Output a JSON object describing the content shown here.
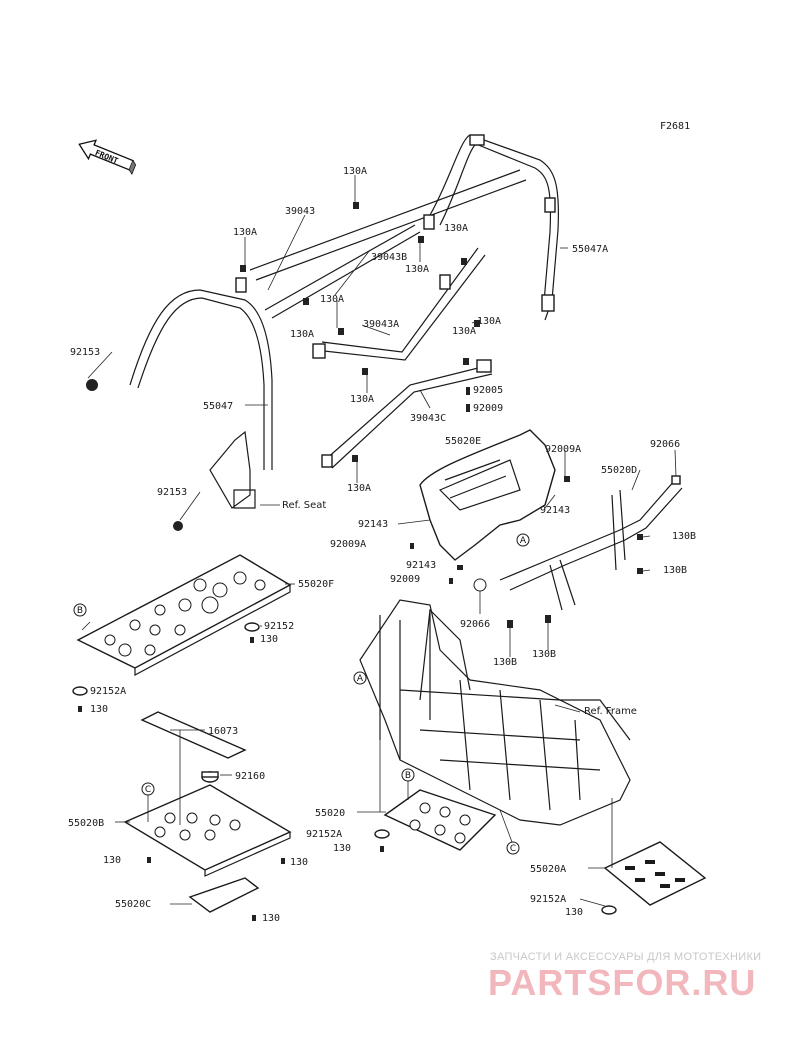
{
  "figure_id": "F2681",
  "front_label": "FRONT",
  "refs": {
    "seat": "Ref. Seat",
    "frame": "Ref. Frame"
  },
  "callouts": {
    "a1": "A",
    "a2": "A",
    "b1": "B",
    "b2": "B",
    "c1": "C",
    "c2": "C"
  },
  "labels": {
    "l_130A_top": "130A",
    "l_39043": "39043",
    "l_130A_left": "130A",
    "l_39043B": "39043B",
    "l_130A_mid": "130A",
    "l_130A_mid2": "130A",
    "l_55047A": "55047A",
    "l_130A_c1": "130A",
    "l_39043A": "39043A",
    "l_130A_r1": "130A",
    "l_130A_c2": "130A",
    "l_130A_r2": "130A",
    "l_92153_a": "92153",
    "l_130A_b": "130A",
    "l_92005": "92005",
    "l_55047": "55047",
    "l_92009": "92009",
    "l_39043C": "39043C",
    "l_55020E": "55020E",
    "l_92009A_a": "92009A",
    "l_92066_a": "92066",
    "l_55020D": "55020D",
    "l_130A_low": "130A",
    "l_92153_b": "92153",
    "l_92143_a": "92143",
    "l_92143_b": "92143",
    "l_92009A_b": "92009A",
    "l_130B_a": "130B",
    "l_92143_c": "92143",
    "l_130B_b": "130B",
    "l_92009_b": "92009",
    "l_55020F": "55020F",
    "l_92066_b": "92066",
    "l_92152": "92152",
    "l_130_a": "130",
    "l_130B_c": "130B",
    "l_130B_d": "130B",
    "l_92152A_a": "92152A",
    "l_130_b": "130",
    "l_16073": "16073",
    "l_92160": "92160",
    "l_55020": "55020",
    "l_55020B": "55020B",
    "l_92152A_b": "92152A",
    "l_130_c": "130",
    "l_130_d": "130",
    "l_130_e": "130",
    "l_55020A": "55020A",
    "l_55020C": "55020C",
    "l_130_f": "130",
    "l_92152A_c": "92152A",
    "l_130_g": "130"
  },
  "watermark": {
    "tagline": "ЗАПЧАСТИ И АКСЕССУАРЫ ДЛЯ МОТОТЕХНИКИ",
    "logo": "PARTSFOR.RU"
  }
}
